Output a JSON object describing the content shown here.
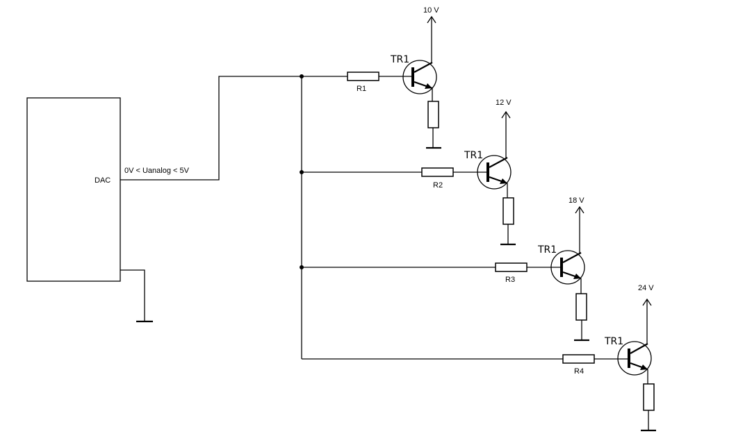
{
  "dac": {
    "label": "DAC",
    "output_label": "0V  < Uanalog < 5V"
  },
  "stages": [
    {
      "resistor_label": "R1",
      "transistor_label": "TR1",
      "supply_label": "10 V"
    },
    {
      "resistor_label": "R2",
      "transistor_label": "TR1",
      "supply_label": "12 V"
    },
    {
      "resistor_label": "R3",
      "transistor_label": "TR1",
      "supply_label": "18 V"
    },
    {
      "resistor_label": "R4",
      "transistor_label": "TR1",
      "supply_label": "24 V"
    }
  ]
}
